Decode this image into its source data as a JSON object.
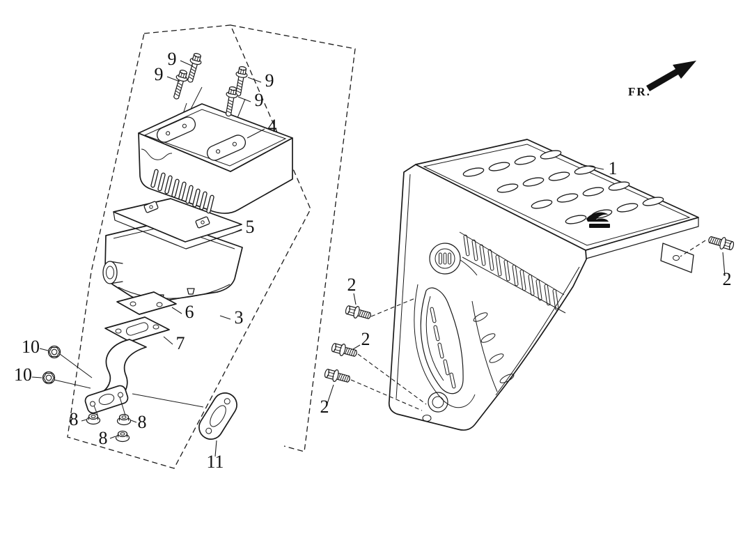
{
  "colors": {
    "line": "#1a1a1a",
    "background": "#ffffff",
    "ink": "#111111"
  },
  "direction_indicator": {
    "label": "FR."
  },
  "callouts": {
    "c1": "1",
    "c2a": "2",
    "c2b": "2",
    "c2c": "2",
    "c2d": "2",
    "c3": "3",
    "c4": "4",
    "c5": "5",
    "c6": "6",
    "c7": "7",
    "c8a": "8",
    "c8b": "8",
    "c8c": "8",
    "c9a": "9",
    "c9b": "9",
    "c9c": "9",
    "c9d": "9",
    "c10a": "10",
    "c10b": "10",
    "c11": "11"
  }
}
